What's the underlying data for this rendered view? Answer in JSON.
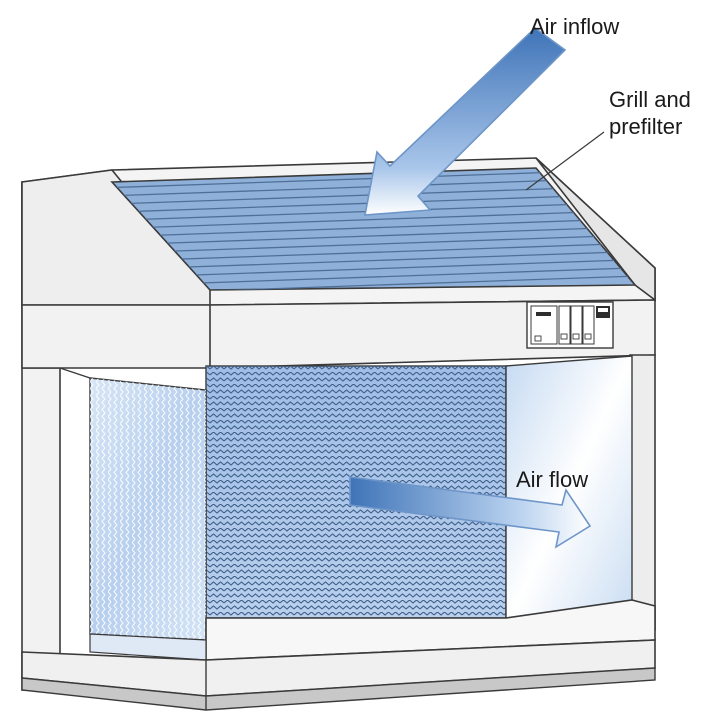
{
  "labels": {
    "air_inflow": "Air inflow",
    "grill_line1": "Grill and",
    "grill_line2": "prefilter",
    "air_flow": "Air flow"
  },
  "colors": {
    "outline": "#3a3a3a",
    "cabinet_fill": "#f2f2f2",
    "prefilter_blue": "#8fb1d9",
    "prefilter_slat": "#4f6f97",
    "hepa_blue": "#a9c4e8",
    "hepa_zigzag": "#3f5f88",
    "glass_blue": "#cfe0f4",
    "arrow_blue": "#4b7fc1"
  }
}
